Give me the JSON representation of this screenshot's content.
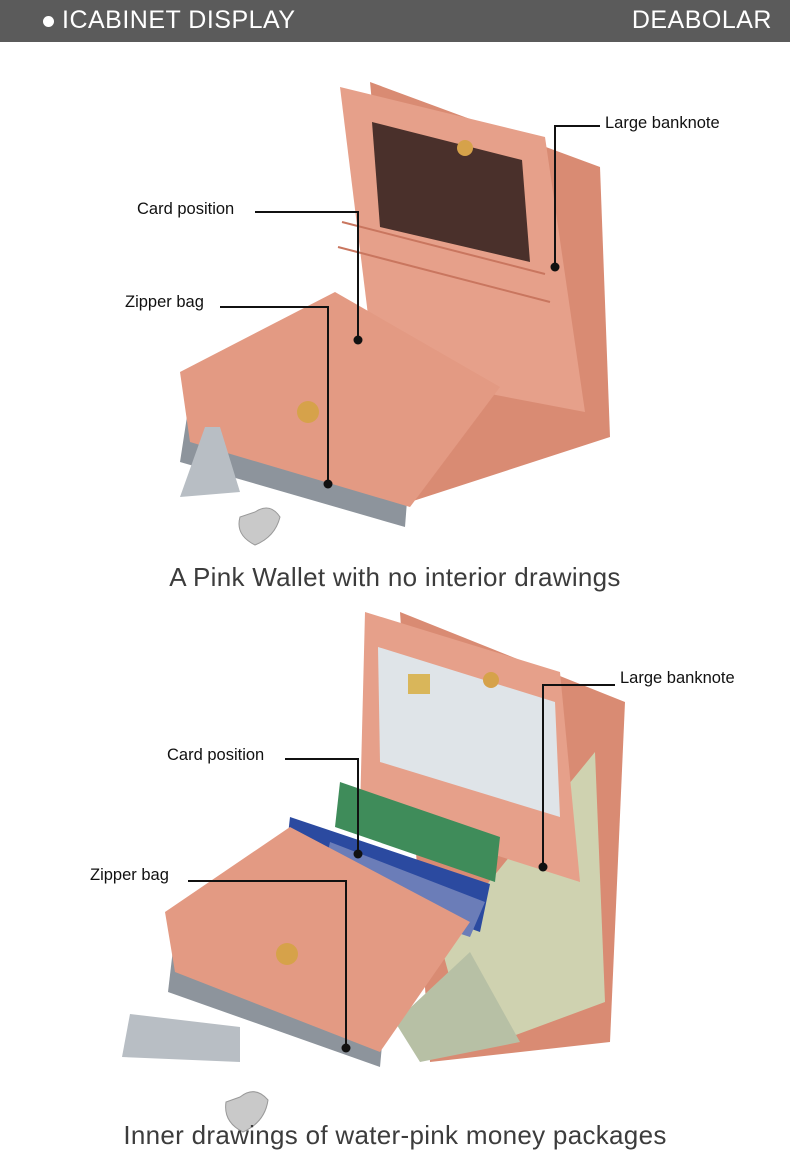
{
  "header": {
    "title": "ICABINET DISPLAY",
    "brand": "DEABOLAR"
  },
  "colors": {
    "header_bg": "#5b5b5b",
    "wallet_pink": "#e39a83",
    "wallet_pink_dark": "#c9765f",
    "window_brown": "#4a302b",
    "zipper_gray": "#8d949c",
    "hardware_gold": "#d6a24a"
  },
  "panels": [
    {
      "caption": "A Pink Wallet with no interior drawings",
      "labels": {
        "large_banknote": "Large banknote",
        "card_position": "Card position",
        "zipper_bag": "Zipper bag"
      }
    },
    {
      "caption": "Inner drawings of water-pink money packages",
      "labels": {
        "large_banknote": "Large banknote",
        "card_position": "Card position",
        "zipper_bag": "Zipper bag"
      }
    }
  ],
  "icons": [
    "bullet-dot-icon"
  ]
}
